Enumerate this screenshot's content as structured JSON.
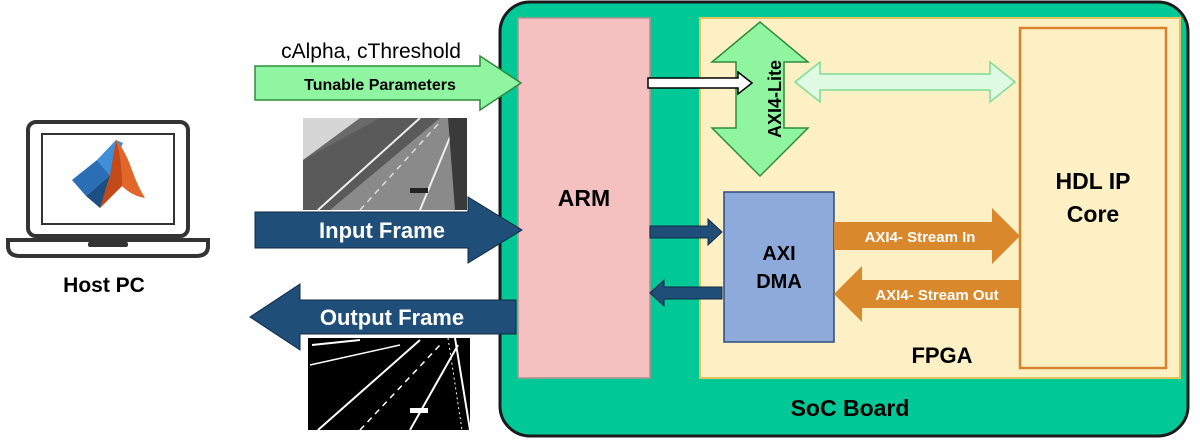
{
  "host": {
    "label": "Host PC"
  },
  "params": {
    "label": "cAlpha, cThreshold",
    "arrow_label": "Tunable Parameters"
  },
  "input_frame": {
    "label": "Input Frame"
  },
  "output_frame": {
    "label": "Output Frame"
  },
  "soc": {
    "label": "SoC Board"
  },
  "arm": {
    "label": "ARM"
  },
  "fpga": {
    "label": "FPGA"
  },
  "axi_lite": {
    "label": "AXI4-Lite"
  },
  "axi_dma": {
    "line1": "AXI",
    "line2": "DMA"
  },
  "hdl_ip": {
    "line1": "HDL IP",
    "line2": "Core"
  },
  "stream_in": {
    "label": "AXI4- Stream In"
  },
  "stream_out": {
    "label": "AXI4- Stream Out"
  },
  "colors": {
    "soc_green": "#00c896",
    "arm_pink": "#f4c0c0",
    "fpga_cream": "#fdf0c4",
    "hdl_border": "#d9822b",
    "dma_blue": "#8eaadb",
    "navy": "#1f4e79",
    "light_green": "#90f5a0",
    "orange": "#d9892b"
  }
}
